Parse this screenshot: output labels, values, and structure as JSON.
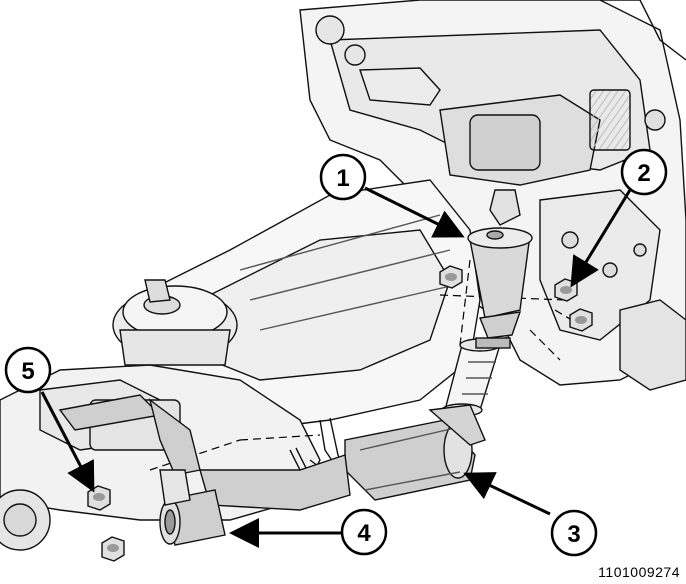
{
  "figure": {
    "id": "1101009274",
    "callouts": [
      {
        "number": "1"
      },
      {
        "number": "2"
      },
      {
        "number": "3"
      },
      {
        "number": "4"
      },
      {
        "number": "5"
      }
    ]
  }
}
